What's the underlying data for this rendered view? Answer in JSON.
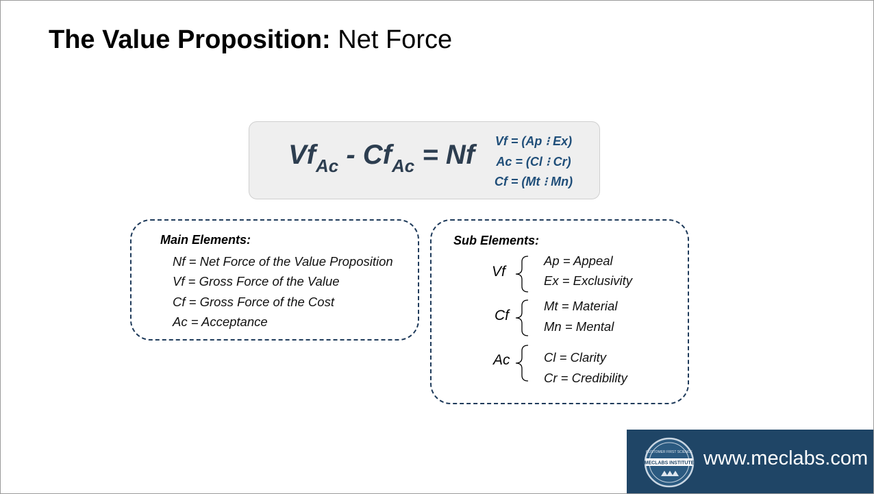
{
  "title": {
    "bold": "The Value Proposition:",
    "normal": "Net Force"
  },
  "formula": {
    "vf": "Vf",
    "ac1": "Ac",
    "minus": " - ",
    "cf": "Cf",
    "ac2": "Ac",
    "equals": " = ",
    "nf": "Nf"
  },
  "definitions": [
    "Vf = (Ap ⁝ Ex)",
    "Ac = (Cl ⁝ Cr)",
    "Cf = (Mt ⁝ Mn)"
  ],
  "main_elements": {
    "heading": "Main Elements:",
    "items": [
      "Nf = Net Force of the Value Proposition",
      "Vf = Gross Force of the Value",
      "Cf = Gross Force of the Cost",
      "Ac = Acceptance"
    ]
  },
  "sub_elements": {
    "heading": "Sub Elements:",
    "groups": [
      {
        "var": "Vf",
        "items": [
          "Ap = Appeal",
          "Ex = Exclusivity"
        ]
      },
      {
        "var": "Cf",
        "items": [
          "Mt = Material",
          "Mn = Mental"
        ]
      },
      {
        "var": "Ac",
        "items": [
          "Cl = Clarity",
          "Cr = Credibility"
        ]
      }
    ]
  },
  "footer": {
    "url": "www.meclabs.com",
    "seal_text": "MECLABS INSTITUTE",
    "seal_top_text": "CUSTOMER FIRST SCIENCE"
  },
  "colors": {
    "formula": "#2d3e50",
    "definitions": "#1f4e79",
    "dashed_border": "#1e3a5a",
    "footer_bg": "#1f4566"
  }
}
